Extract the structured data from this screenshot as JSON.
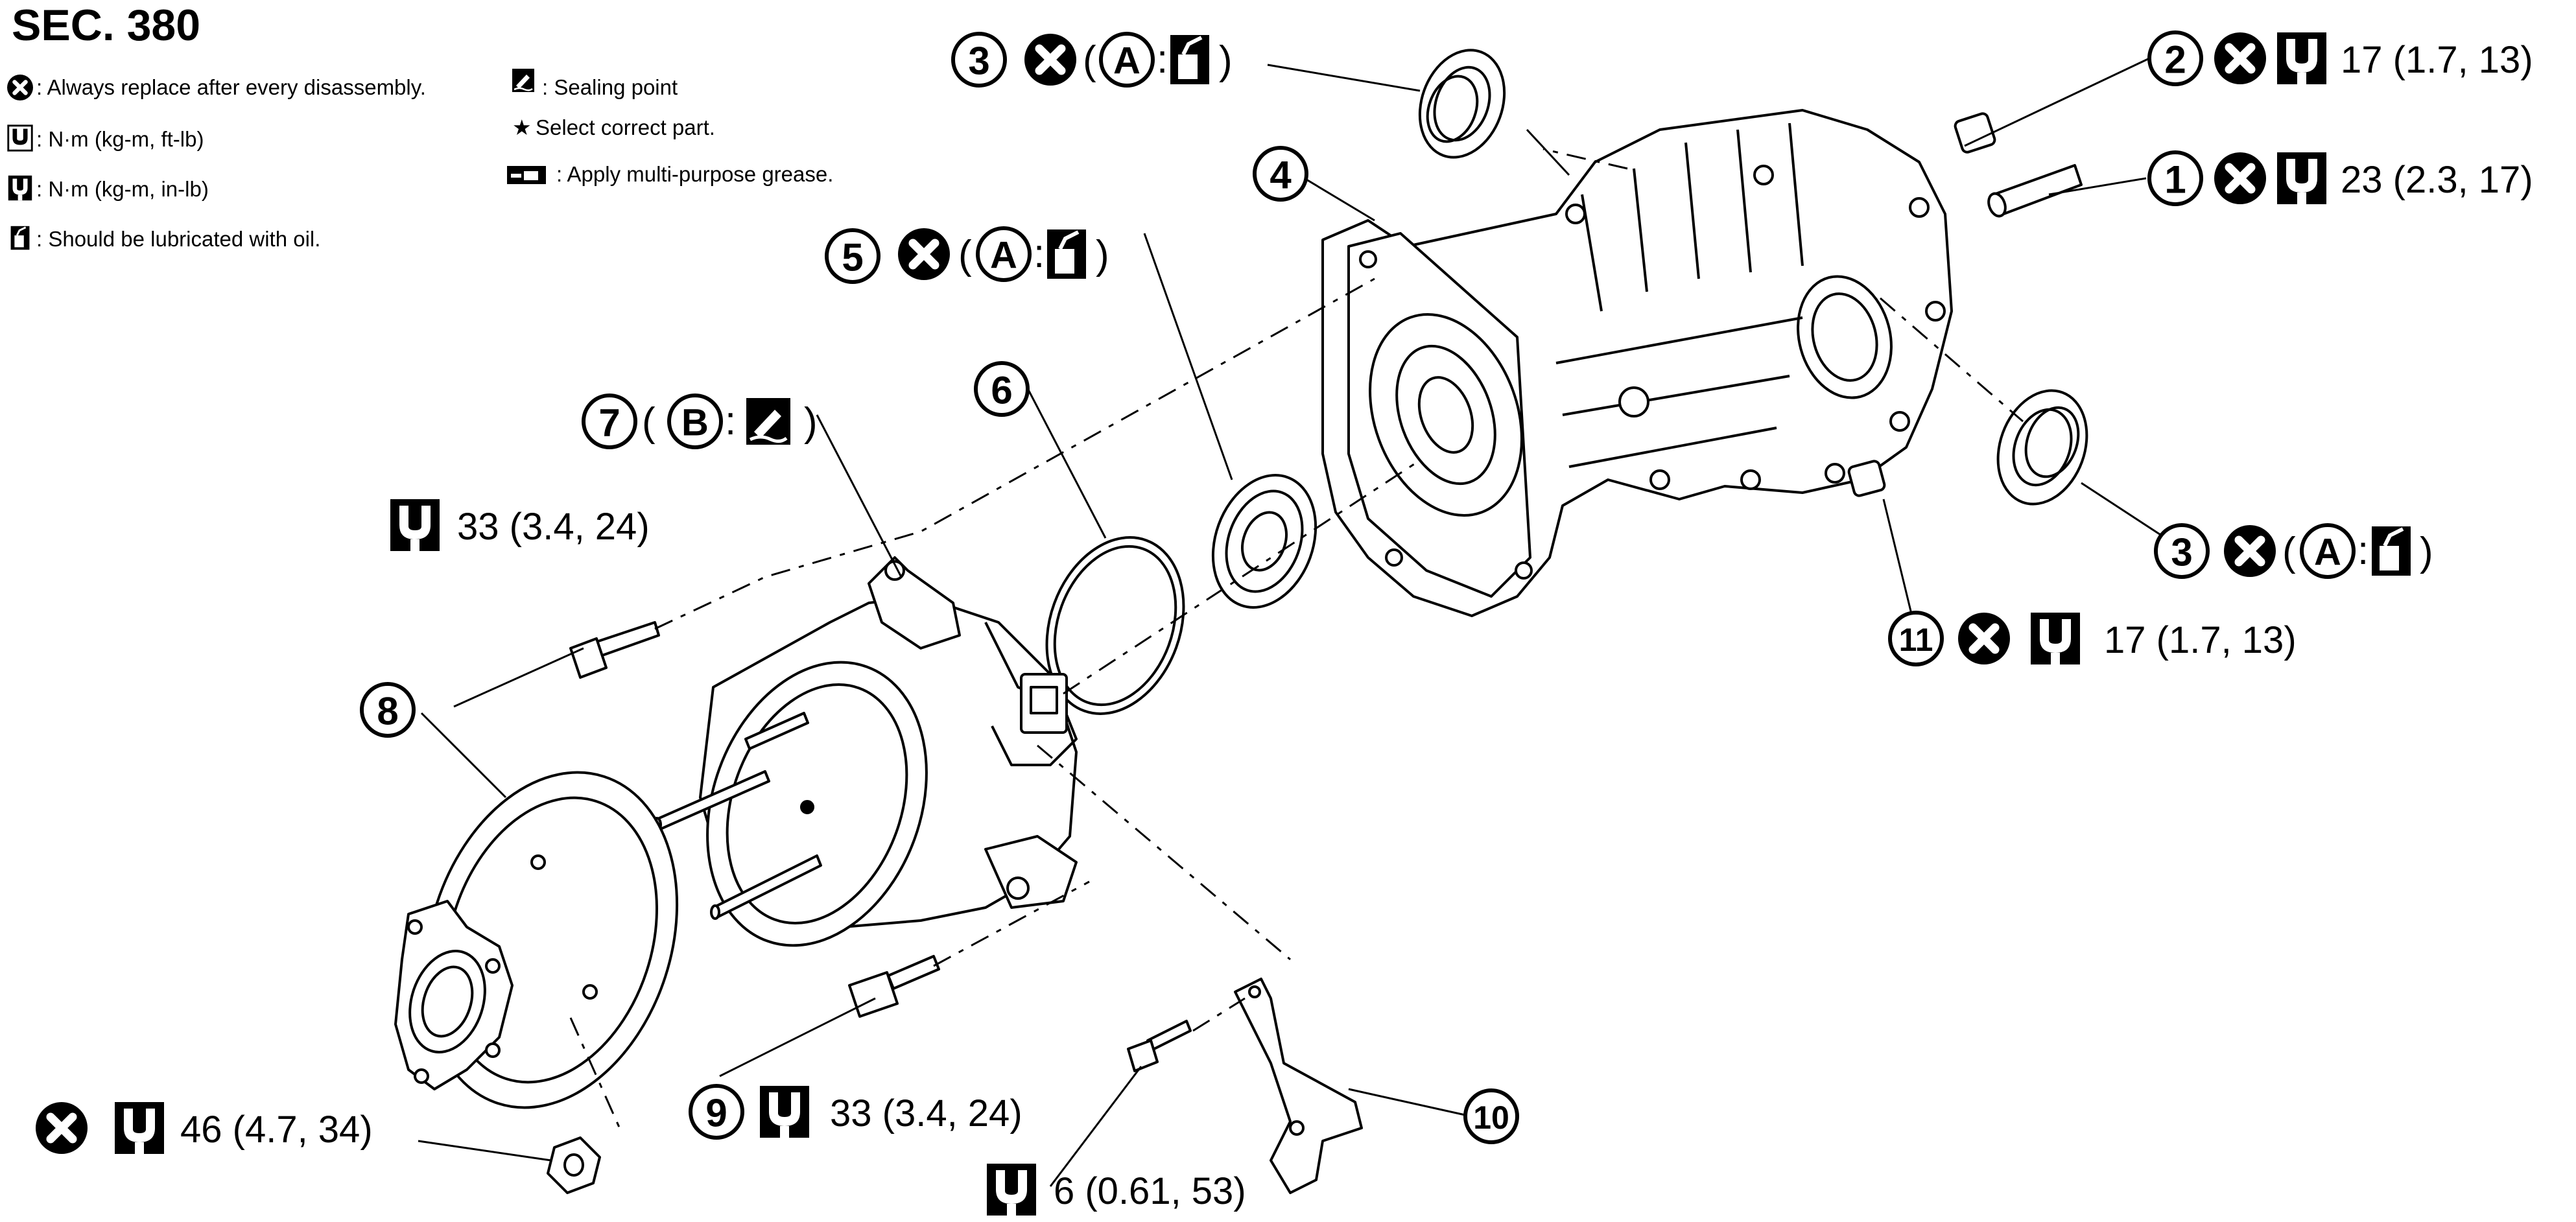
{
  "section_title": "SEC. 380",
  "legend": {
    "always_replace": ": Always replace after every disassembly.",
    "torque_ft_lb": ": N·m (kg-m, ft-lb)",
    "torque_in_lb": ": N·m (kg-m, in-lb)",
    "lubricate_oil": ": Should be lubricated with oil.",
    "sealing_point": ": Sealing point",
    "select_part": "Select correct part.",
    "select_part_symbol": "★",
    "apply_grease": ": Apply multi-purpose grease."
  },
  "callouts": {
    "c1": {
      "number": "1",
      "torque": "23 (2.3, 17)"
    },
    "c2": {
      "number": "2",
      "torque": "17 (1.7, 13)"
    },
    "c3a": {
      "number": "3",
      "letter": "A"
    },
    "c3b": {
      "number": "3",
      "letter": "A"
    },
    "c4": {
      "number": "4"
    },
    "c5": {
      "number": "5",
      "letter": "A"
    },
    "c6": {
      "number": "6"
    },
    "c7": {
      "number": "7",
      "letter": "B"
    },
    "c8": {
      "number": "8"
    },
    "c9": {
      "number": "9",
      "torque": "33 (3.4, 24)"
    },
    "c10": {
      "number": "10"
    },
    "c11": {
      "number": "11",
      "torque": "17 (1.7, 13)"
    },
    "bolt_upper_torque": "33 (3.4, 24)",
    "nut_torque": "46 (4.7, 34)",
    "bracket_bolt_torque": "6 (0.61, 53)"
  },
  "punctuation": {
    "open": "(",
    "close": ")",
    "colon": ":"
  }
}
